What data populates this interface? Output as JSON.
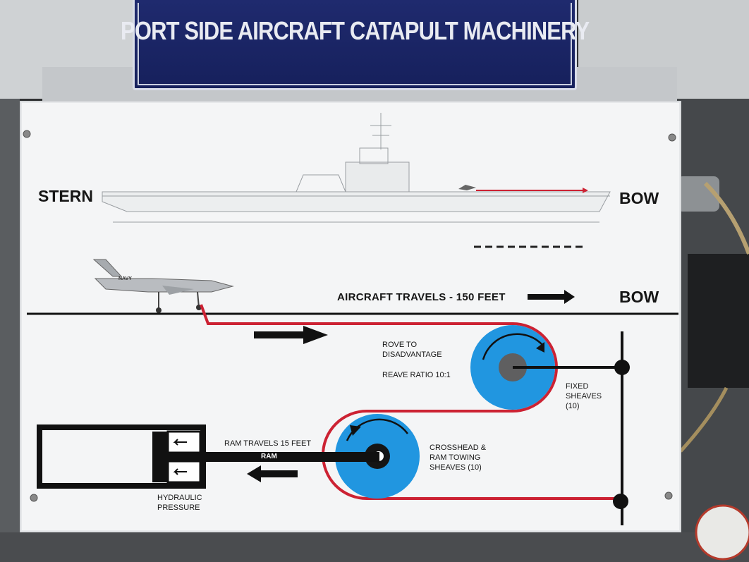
{
  "sign": {
    "title": "PORT SIDE AIRCRAFT CATAPULT MACHINERY"
  },
  "diagram": {
    "stern_label": "STERN",
    "bow_label_top": "BOW",
    "bow_label_lower": "BOW",
    "aircraft_travel": "AIRCRAFT TRAVELS - 150 FEET",
    "rove_line1": "ROVE TO",
    "rove_line2": "DISADVANTAGE",
    "reave_ratio": "REAVE RATIO 10:1",
    "fixed_line1": "FIXED",
    "fixed_line2": "SHEAVES",
    "fixed_line3": "(10)",
    "ram_travels": "RAM TRAVELS 15 FEET",
    "ram_label": "RAM",
    "crosshead_line1": "CROSSHEAD &",
    "crosshead_line2": "RAM TOWING",
    "crosshead_line3": "SHEAVES (10)",
    "hydraulic_line1": "HYDRAULIC",
    "hydraulic_line2": "PRESSURE",
    "aircraft_marking": "NAVY"
  },
  "colors": {
    "sheave_blue": "#2196e0",
    "cable_red": "#cc2233",
    "sign_blue": "#1c2766",
    "panel_white": "#f4f5f6"
  }
}
